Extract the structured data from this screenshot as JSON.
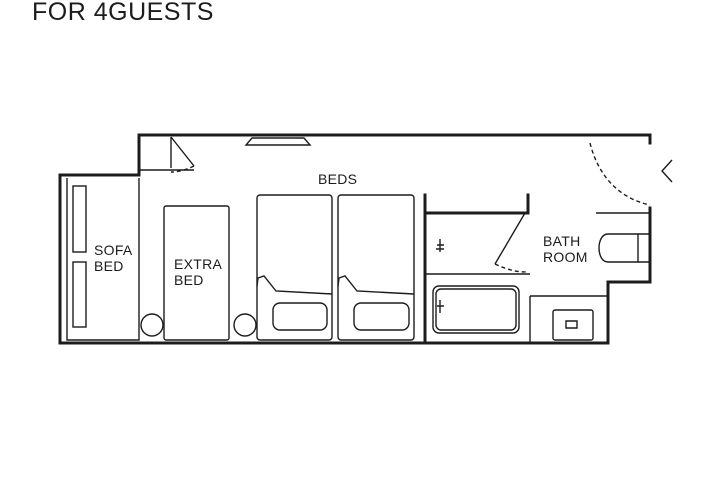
{
  "title": "FOR 4GUESTS",
  "labels": {
    "sofa_bed": [
      "SOFA",
      "BED"
    ],
    "extra_bed": [
      "EXTRA",
      "BED"
    ],
    "beds": "BEDS",
    "bathroom": [
      "BATH",
      "ROOM"
    ]
  },
  "colors": {
    "line": "#1c1c1c",
    "background": "#ffffff"
  }
}
